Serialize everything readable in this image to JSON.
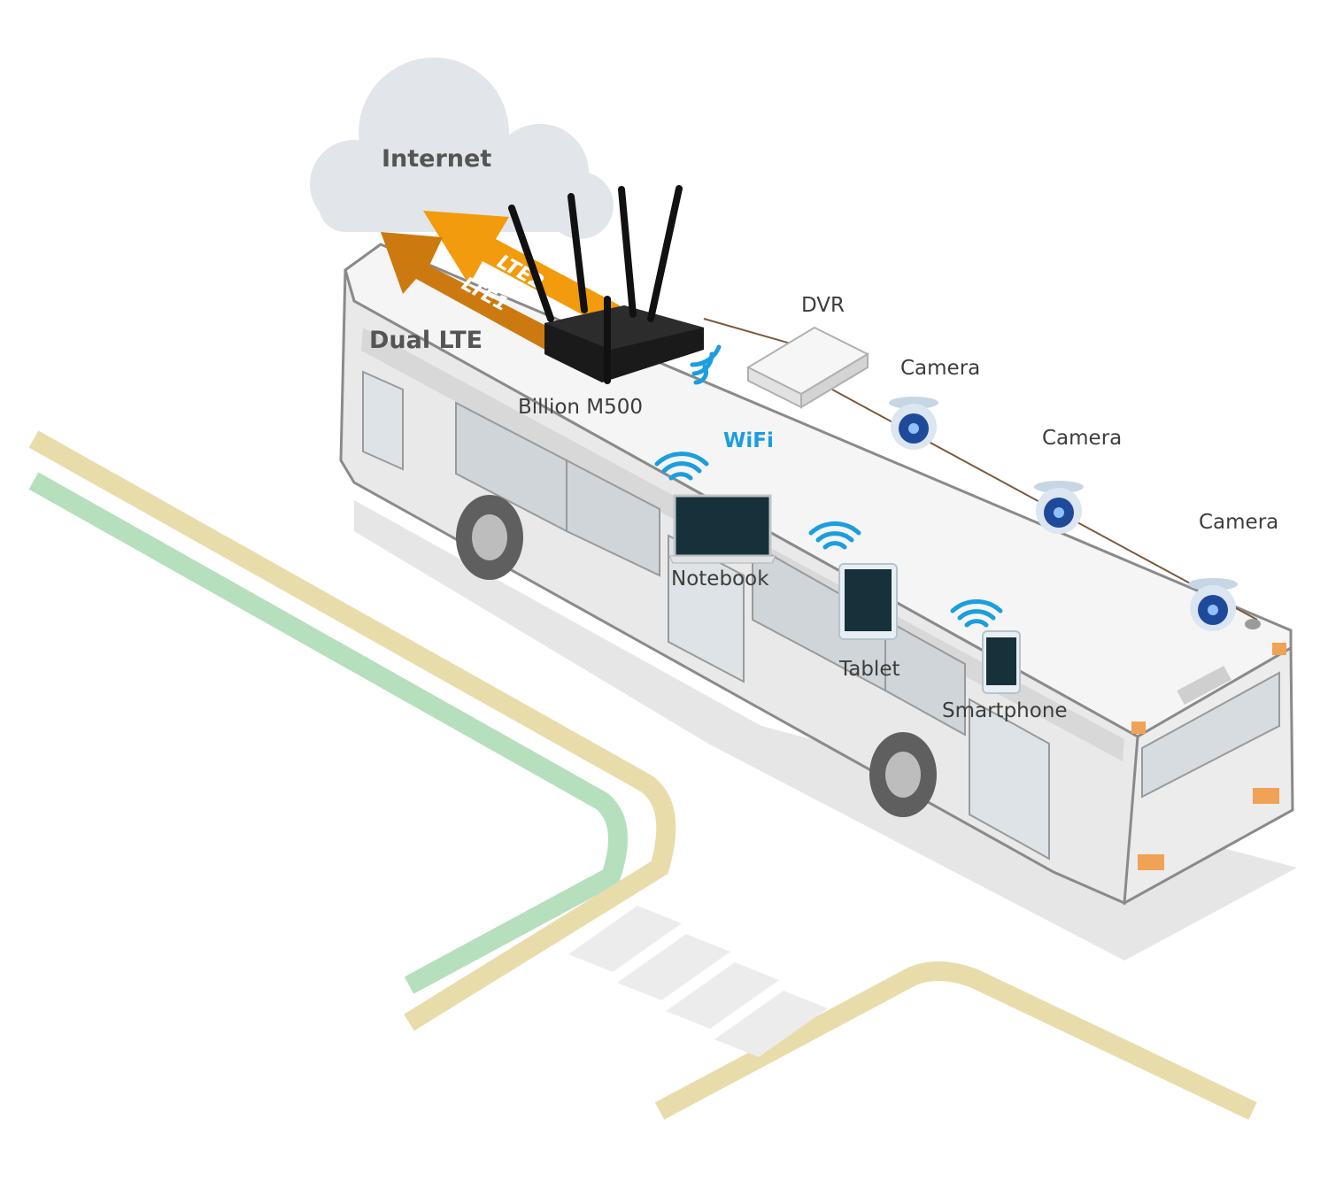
{
  "labels": {
    "internet": "Internet",
    "dual_lte": "Dual LTE",
    "lte1": "LTE1",
    "lte2": "LTE2",
    "router": "Billion M500",
    "wifi": "WiFi",
    "dvr": "DVR",
    "camera_1": "Camera",
    "camera_2": "Camera",
    "camera_3": "Camera",
    "notebook": "Notebook",
    "tablet": "Tablet",
    "smartphone": "Smartphone"
  },
  "icons": [
    "cloud-icon",
    "router-icon",
    "dvr-icon",
    "camera-icon",
    "wifi-icon",
    "notebook-icon",
    "tablet-icon",
    "smartphone-icon",
    "bus-illustration",
    "road-lines"
  ],
  "colors": {
    "lte_arrow_front": "#f29b0c",
    "lte_arrow_back": "#cc7a0f",
    "wifi": "#1a9ee0",
    "cloud": "#e2e5e9",
    "road_tan": "#e9dcab",
    "road_green": "#b6dfbd",
    "bus_body": "#f1f1f1",
    "device_screen": "#163139",
    "camera_lens": "#1f4a9a"
  }
}
